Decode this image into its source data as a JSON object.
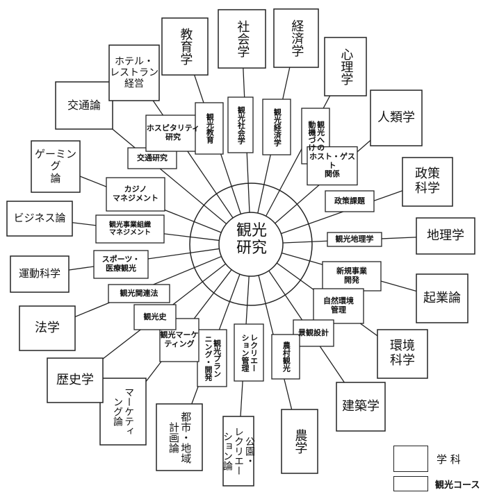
{
  "center": {
    "label": "観光\n研究"
  },
  "legend": {
    "department": "学 科",
    "course": "観光コース"
  },
  "pairs": [
    {
      "inner": "観光社会学",
      "outer": "社会学"
    },
    {
      "inner": "観光経済学",
      "outer": "経済学"
    },
    {
      "inner": "観光への\n動機づけ",
      "outer": "心理学"
    },
    {
      "inner": "ホスト・ゲスト\n関係",
      "outer": "人類学"
    },
    {
      "inner": "政策課題",
      "outer": "政策\n科学"
    },
    {
      "inner": "観光地理学",
      "outer": "地理学"
    },
    {
      "inner": "新規事業\n開発",
      "outer": "起業論"
    },
    {
      "inner": "自然環境\n管理",
      "outer": "環境\n科学"
    },
    {
      "inner": "景観設計",
      "outer": "建築学"
    },
    {
      "inner": "農村観光",
      "outer": "農学"
    },
    {
      "inner": "レクリエー\nション管理",
      "outer": "公園・\nレクリエー\nション論"
    },
    {
      "inner": "観光プラン\nニング・開発",
      "outer": "都市・地域\n計画論"
    },
    {
      "inner": "観光マーケ\nティング",
      "outer": "マーケティ\nング論"
    },
    {
      "inner": "観光史",
      "outer": "歴史学"
    },
    {
      "inner": "観光関連法",
      "outer": "法学"
    },
    {
      "inner": "スポーツ・\n医療観光",
      "outer": "運動科学"
    },
    {
      "inner": "観光事業組織\nマネジメント",
      "outer": "ビジネス論"
    },
    {
      "inner": "カジノ\nマネジメント",
      "outer": "ゲーミング\n論"
    },
    {
      "inner": "交通研究",
      "outer": "交通論"
    },
    {
      "inner": "ホスピタリティ\n研究",
      "outer": "ホテル・\nレストラン\n経営"
    },
    {
      "inner": "観光教育",
      "outer": "教育学"
    }
  ]
}
